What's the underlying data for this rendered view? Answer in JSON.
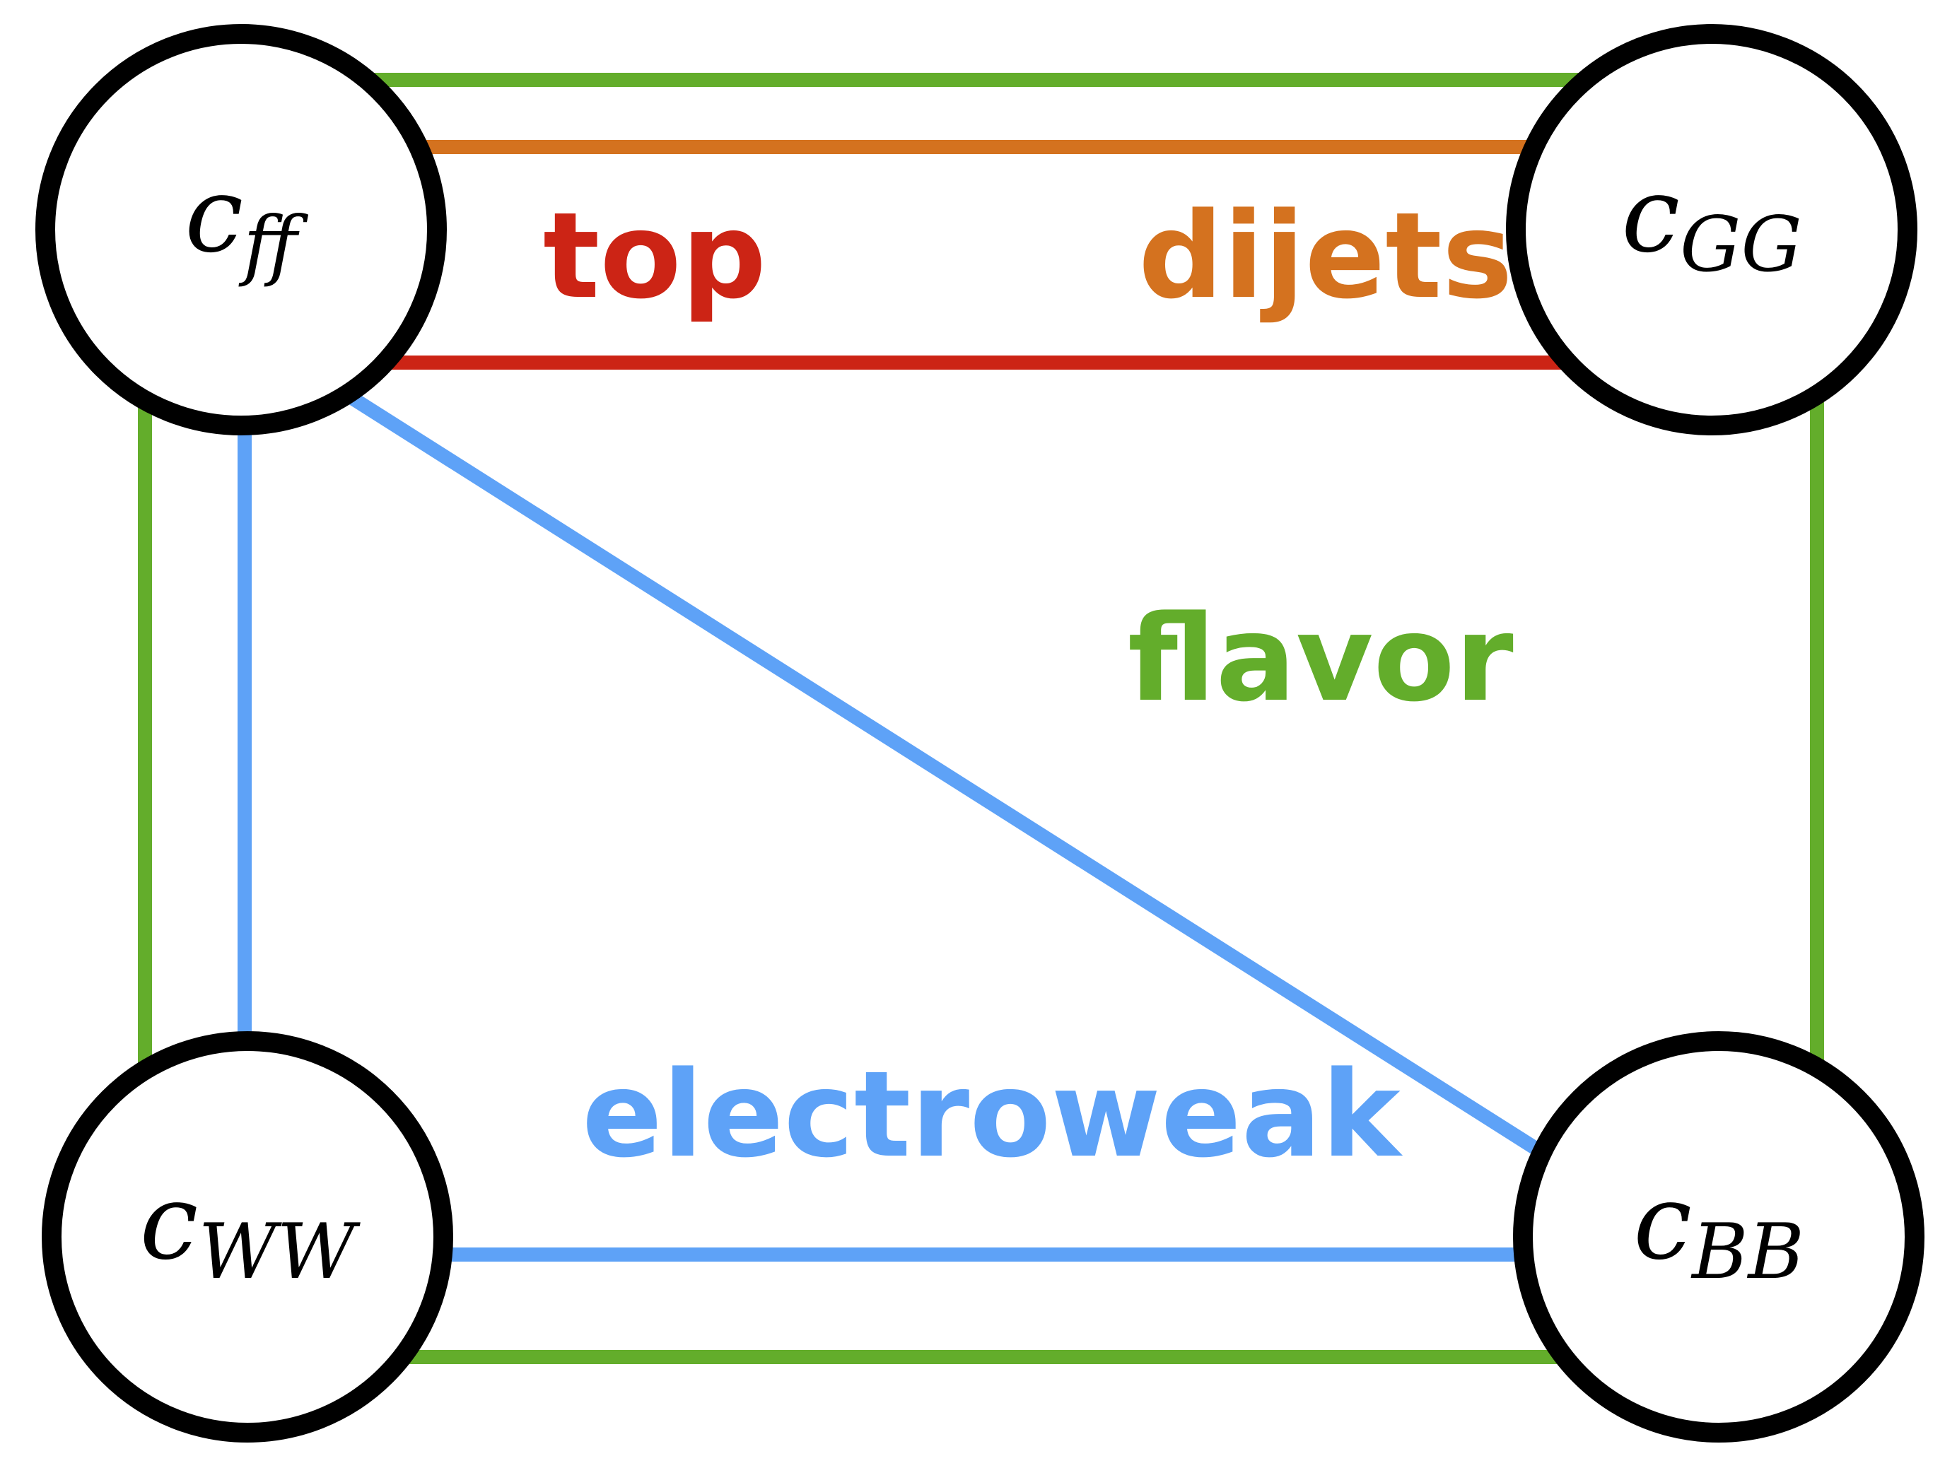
{
  "nodes": {
    "cff": {
      "main": "c",
      "sub": "ff"
    },
    "cgg": {
      "main": "c",
      "sub": "GG"
    },
    "cww": {
      "main": "c",
      "sub": "WW"
    },
    "cbb": {
      "main": "c",
      "sub": "BB"
    }
  },
  "groups": {
    "top": {
      "label": "top",
      "color": "#CC2415"
    },
    "dijets": {
      "label": "dijets",
      "color": "#D4721F"
    },
    "flavor": {
      "label": "flavor",
      "color": "#63AD2B"
    },
    "electroweak": {
      "label": "electroweak",
      "color": "#5EA2F7"
    }
  },
  "edges": [
    {
      "from": "cff",
      "to": "cgg",
      "group": "flavor"
    },
    {
      "from": "cff",
      "to": "cgg",
      "group": "dijets"
    },
    {
      "from": "cff",
      "to": "cgg",
      "group": "top"
    },
    {
      "from": "cff",
      "to": "cww",
      "group": "flavor"
    },
    {
      "from": "cff",
      "to": "cww",
      "group": "electroweak"
    },
    {
      "from": "cff",
      "to": "cbb",
      "group": "electroweak"
    },
    {
      "from": "cgg",
      "to": "cbb",
      "group": "flavor"
    },
    {
      "from": "cww",
      "to": "cbb",
      "group": "electroweak"
    },
    {
      "from": "cww",
      "to": "cbb",
      "group": "flavor"
    }
  ]
}
